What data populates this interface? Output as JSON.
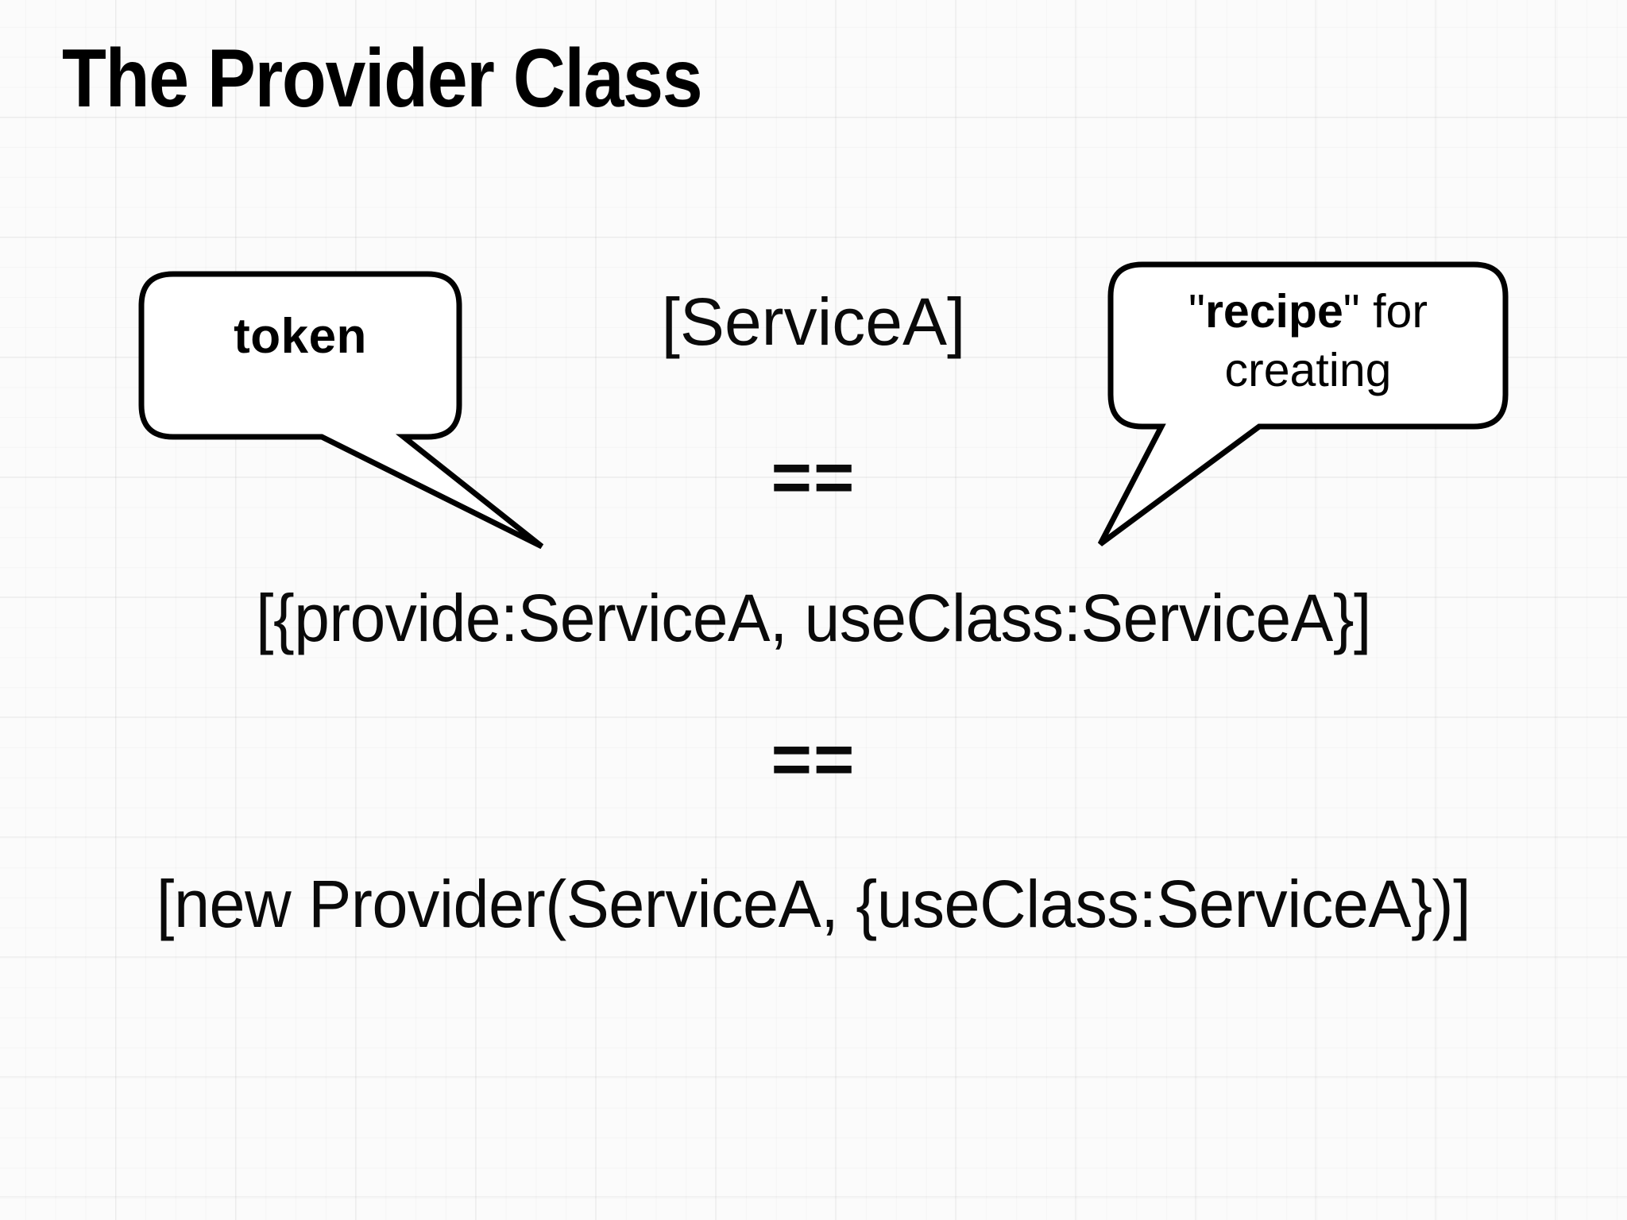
{
  "slide": {
    "title": "The Provider Class",
    "background_color": "#fbfbfb",
    "grid_line_color": "#e8e8e8",
    "text_color": "#000000"
  },
  "equation": {
    "line_1": "[ServiceA]",
    "operator_1": "==",
    "line_2": "[{provide:ServiceA, useClass:ServiceA}]",
    "operator_2": "==",
    "line_3": "[new Provider(ServiceA, {useClass:ServiceA})]"
  },
  "callouts": [
    {
      "id": "token",
      "label": "token",
      "emphasis": "token",
      "points_to": "line_1",
      "tail_direction": "down-right"
    },
    {
      "id": "recipe",
      "label_prefix": "\"",
      "label_bold": "recipe",
      "label_suffix": "\" for",
      "label_line_2": "creating",
      "points_to": "line_1",
      "tail_direction": "down-left"
    }
  ]
}
